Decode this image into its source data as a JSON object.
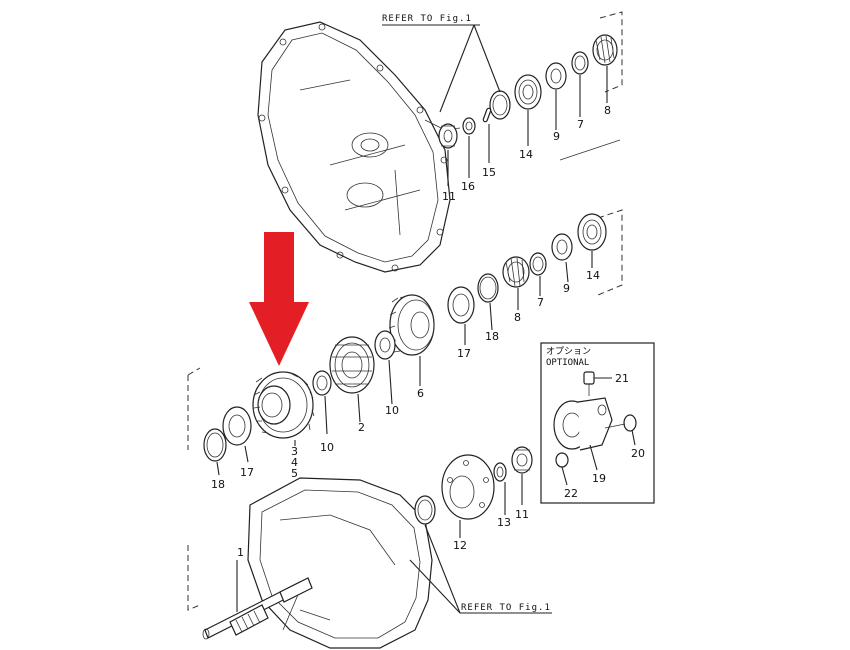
{
  "references": {
    "top": "REFER TO Fig.1",
    "bottom": "REFER TO Fig.1"
  },
  "optional_box": {
    "title_jp": "オプション",
    "title_en": "OPTIONAL"
  },
  "labels": {
    "p1": "1",
    "p2": "2",
    "p3": "3",
    "p4": "4",
    "p5": "5",
    "p6": "6",
    "p7a": "7",
    "p7b": "7",
    "p8a": "8",
    "p8b": "8",
    "p9a": "9",
    "p9b": "9",
    "p10a": "10",
    "p10b": "10",
    "p11a": "11",
    "p11b": "11",
    "p12": "12",
    "p13": "13",
    "p14a": "14",
    "p14b": "14",
    "p15": "15",
    "p16": "16",
    "p17a": "17",
    "p17b": "17",
    "p18a": "18",
    "p18b": "18",
    "p19": "19",
    "p20": "20",
    "p21": "21",
    "p22": "22"
  },
  "colors": {
    "arrow": "#e31e24",
    "ink": "#222222"
  }
}
